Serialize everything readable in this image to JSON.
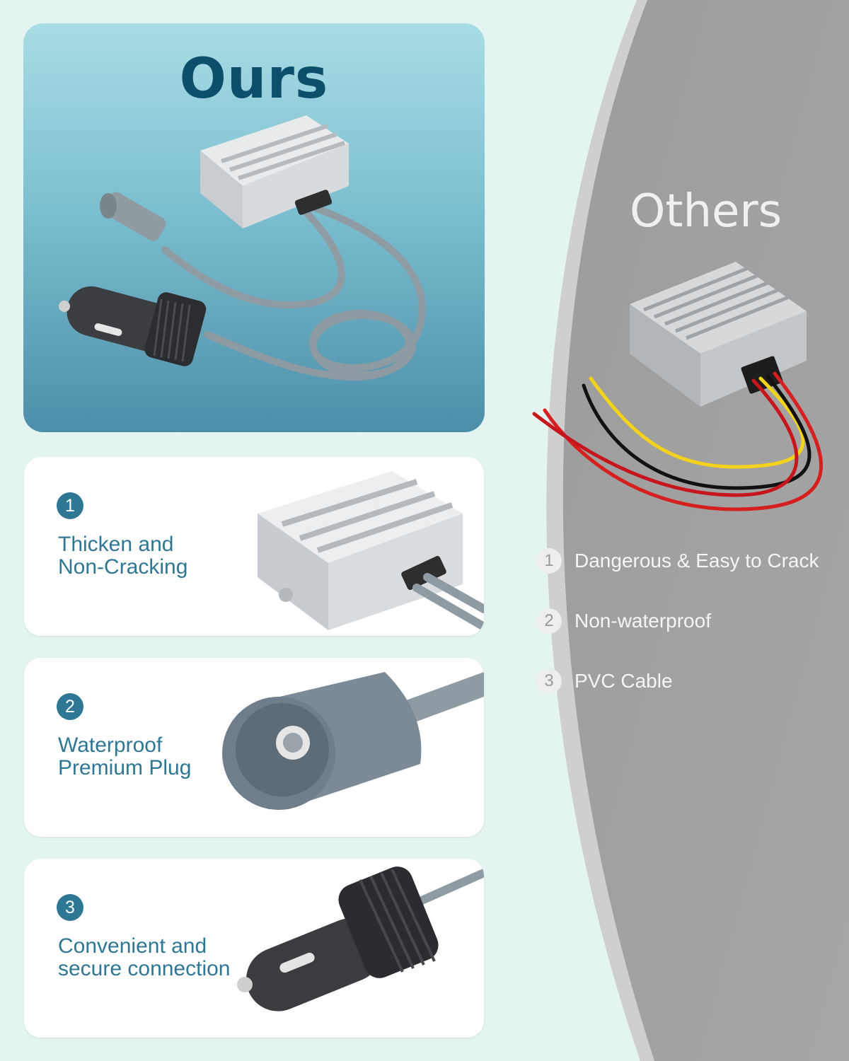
{
  "ours": {
    "title": "Ours",
    "features": [
      {
        "number": "1",
        "line1": "Thicken and",
        "line2": "Non-Cracking"
      },
      {
        "number": "2",
        "line1": "Waterproof",
        "line2": "Premium Plug"
      },
      {
        "number": "3",
        "line1": "Convenient and",
        "line2": "secure connection"
      }
    ]
  },
  "others": {
    "title": "Others",
    "items": [
      {
        "number": "1",
        "label": "Dangerous & Easy to Crack"
      },
      {
        "number": "2",
        "label": "Non-waterproof"
      },
      {
        "number": "3",
        "label": "PVC Cable"
      }
    ]
  },
  "colors": {
    "accent": "#2e7795",
    "title_dark": "#0d4f6b",
    "others_bg": "#9e9e9e",
    "page_bg": "#e4f4f1"
  },
  "icons": [
    "converter-product-icon",
    "dc-plug-icon",
    "car-charger-icon",
    "others-converter-icon"
  ]
}
